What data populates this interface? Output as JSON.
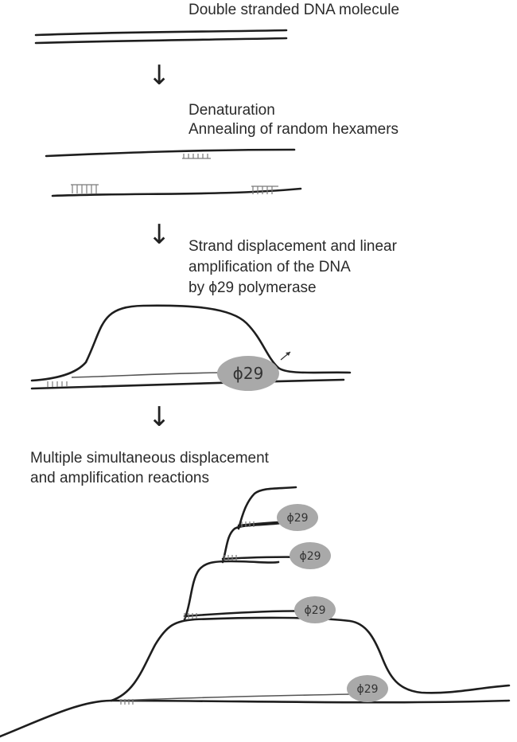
{
  "steps": {
    "s1": "Double stranded DNA molecule",
    "s2_line1": "Denaturation",
    "s2_line2": "Annealing of random hexamers",
    "s3_line1": "Strand displacement and linear",
    "s3_line2": "amplification of the DNA",
    "s3_line3": "by ϕ29 polymerase",
    "s4_line1": "Multiple simultaneous displacement",
    "s4_line2": "and amplification reactions"
  },
  "arrow_glyph": "↓",
  "polymerase_label": "ϕ29",
  "colors": {
    "polymerase": "#a9a9a9",
    "strand": "#1e1e1e",
    "hexamer": "#7a7a7a"
  }
}
